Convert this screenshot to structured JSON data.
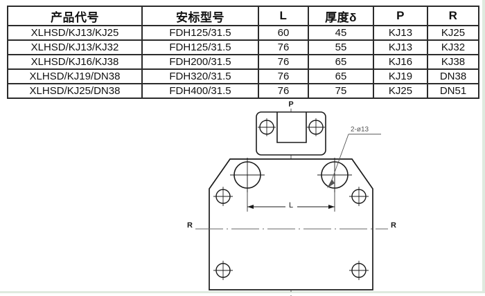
{
  "table": {
    "headers": [
      "产品代号",
      "安标型号",
      "L",
      "厚度δ",
      "P",
      "R"
    ],
    "rows": [
      [
        "XLHSD/KJ13/KJ25",
        "FDH125/31.5",
        "60",
        "45",
        "KJ13",
        "KJ25"
      ],
      [
        "XLHSD/KJ13/KJ32",
        "FDH125/31.5",
        "76",
        "55",
        "KJ13",
        "KJ32"
      ],
      [
        "XLHSD/KJ16/KJ38",
        "FDH200/31.5",
        "76",
        "65",
        "KJ16",
        "KJ38"
      ],
      [
        "XLHSD/KJ19/DN38",
        "FDH320/31.5",
        "76",
        "65",
        "KJ19",
        "DN38"
      ],
      [
        "XLHSD/KJ25/DN38",
        "FDH400/31.5",
        "76",
        "75",
        "KJ25",
        "DN51"
      ]
    ]
  },
  "drawing": {
    "label_p": "P",
    "label_r_left": "R",
    "label_r_right": "R",
    "label_l": "L",
    "callout_holes": "2-ø13"
  },
  "colors": {
    "line": "#1a1a1a",
    "centerline": "#666666",
    "table_border": "#2b2b2b",
    "text": "#111111",
    "page_edge": "#dfeadf"
  }
}
